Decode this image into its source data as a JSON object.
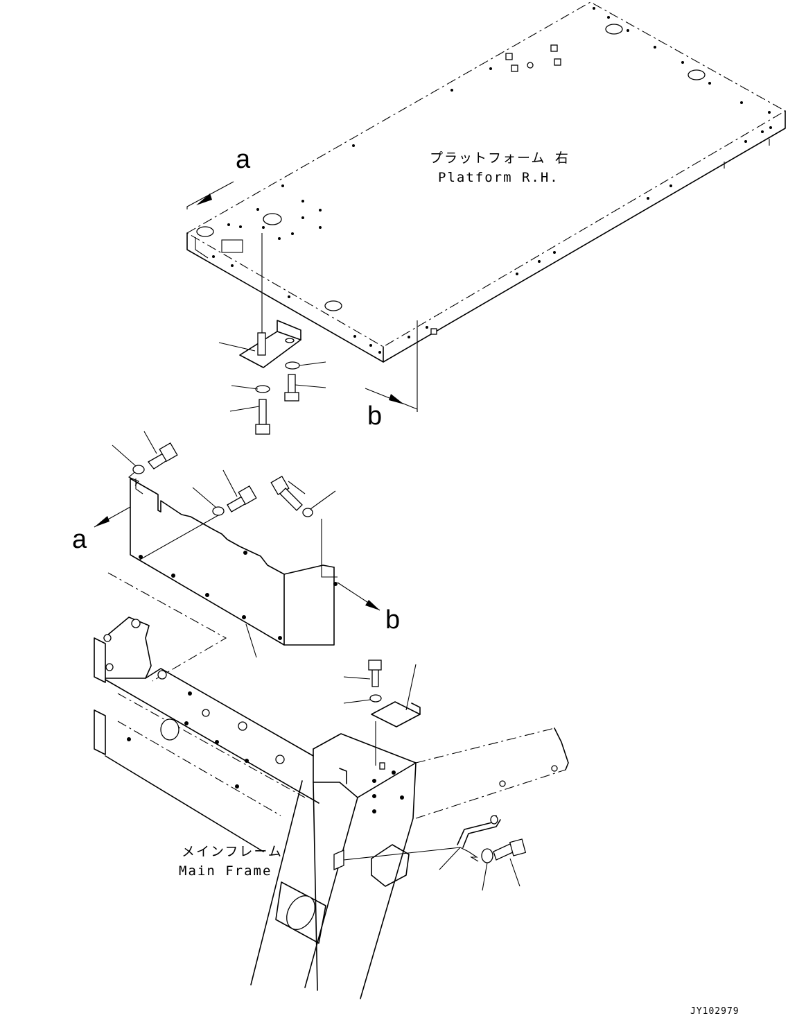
{
  "labels": {
    "platform_jp": "プラットフォーム 右",
    "platform_en": "Platform R.H.",
    "main_frame_jp": "メインフレーム",
    "main_frame_en": "Main Frame",
    "view_a_top": "a",
    "view_b_top": "b",
    "view_a_bottom": "a",
    "view_b_bottom": "b",
    "drawing_code": "JY102979"
  }
}
